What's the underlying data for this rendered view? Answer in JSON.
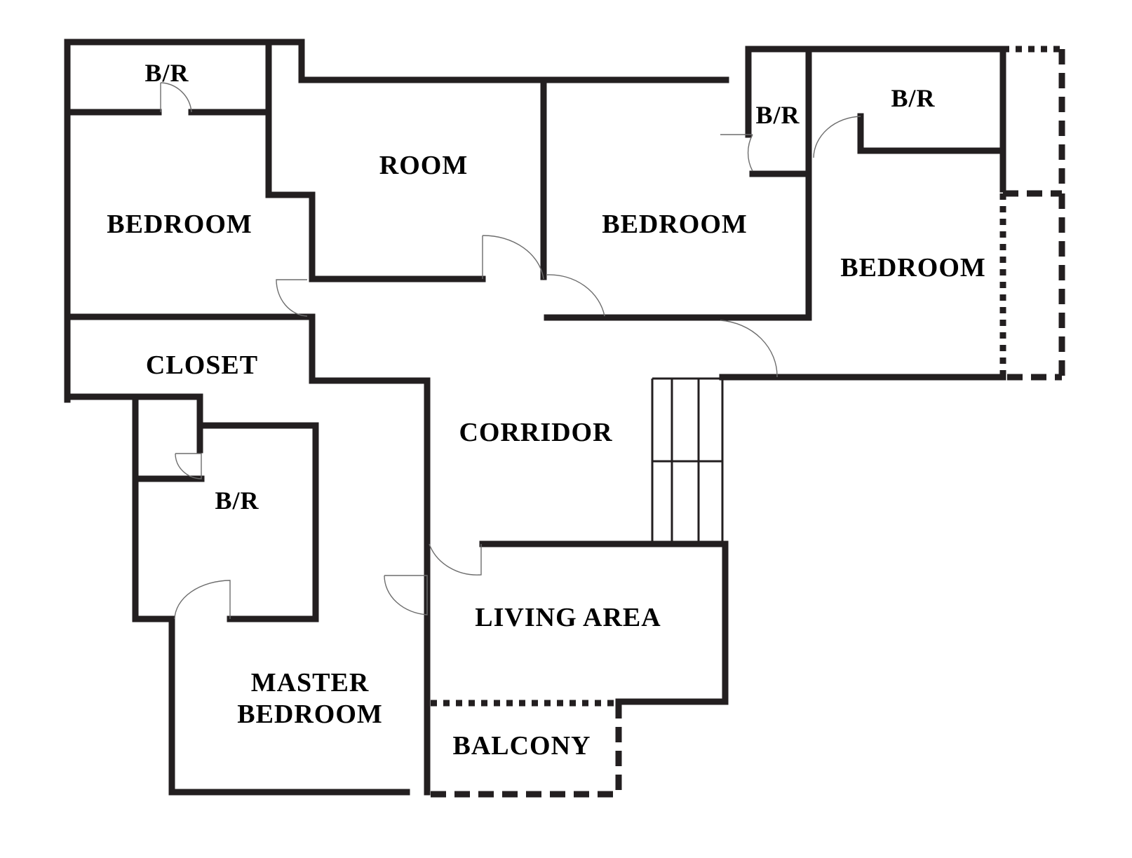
{
  "rooms": {
    "br_top_left": "B/R",
    "room": "ROOM",
    "bedroom_left": "BEDROOM",
    "bedroom_middle": "BEDROOM",
    "br_small_middle": "B/R",
    "br_top_right": "B/R",
    "bedroom_right": "BEDROOM",
    "closet": "CLOSET",
    "corridor": "CORRIDOR",
    "br_lower": "B/R",
    "living_area": "LIVING AREA",
    "master_bedroom_line1": "MASTER",
    "master_bedroom_line2": "BEDROOM",
    "balcony": "BALCONY"
  }
}
